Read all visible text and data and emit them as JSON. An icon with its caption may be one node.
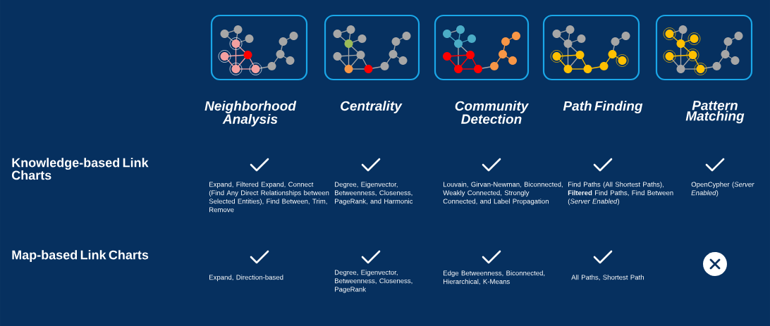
{
  "diagram": {
    "labels": [
      "Neighborhood Analysis",
      "Centrality",
      "Community Detection",
      "Path Finding",
      "Pattern Matching",
      "Knowledge-based Link Charts",
      "Expand, Filtered Expand, Connect (Find Any Direct Relationships between Selected Entities), Find Between, Trim, Remove",
      "Degree, Eigenvector, Betweenness, Closeness, PageRank, and Harmonic",
      "Louvain, Girvan-Newman, Biconnected, Weakly Connected, Strongly Connected, and Label Propagation",
      "Find Paths (All Shortest Paths), **Filtered** Find Paths, Find Between (*Server Enabled*)",
      "OpenCypher (*Server Enabled*)",
      "Map-based Link Charts",
      "Expand, Direction-based",
      "Degree, Eigenvector, Betweenness, Closeness, PageRank",
      "Edge Betweenness, Biconnected, Hierarchical, K-Means",
      "All Paths, Shortest Path"
    ]
  }
}
